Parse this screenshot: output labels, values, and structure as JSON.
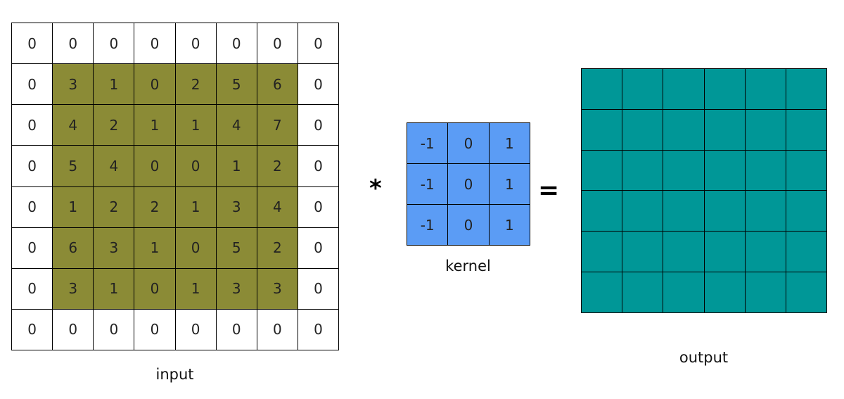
{
  "input": {
    "caption": "input",
    "matrix": [
      [
        "0",
        "0",
        "0",
        "0",
        "0",
        "0",
        "0",
        "0"
      ],
      [
        "0",
        "3",
        "1",
        "0",
        "2",
        "5",
        "6",
        "0"
      ],
      [
        "0",
        "4",
        "2",
        "1",
        "1",
        "4",
        "7",
        "0"
      ],
      [
        "0",
        "5",
        "4",
        "0",
        "0",
        "1",
        "2",
        "0"
      ],
      [
        "0",
        "1",
        "2",
        "2",
        "1",
        "3",
        "4",
        "0"
      ],
      [
        "0",
        "6",
        "3",
        "1",
        "0",
        "5",
        "2",
        "0"
      ],
      [
        "0",
        "3",
        "1",
        "0",
        "1",
        "3",
        "3",
        "0"
      ],
      [
        "0",
        "0",
        "0",
        "0",
        "0",
        "0",
        "0",
        "0"
      ]
    ],
    "pad_color": "#ffffff",
    "inner_color": "#8b8b36"
  },
  "operators": {
    "convolution": "*",
    "equals": "="
  },
  "kernel": {
    "caption": "kernel",
    "matrix": [
      [
        "-1",
        "0",
        "1"
      ],
      [
        "-1",
        "0",
        "1"
      ],
      [
        "-1",
        "0",
        "1"
      ]
    ],
    "color": "#5b9cf5"
  },
  "output": {
    "caption": "output",
    "rows": 6,
    "cols": 6,
    "color": "#009797"
  }
}
